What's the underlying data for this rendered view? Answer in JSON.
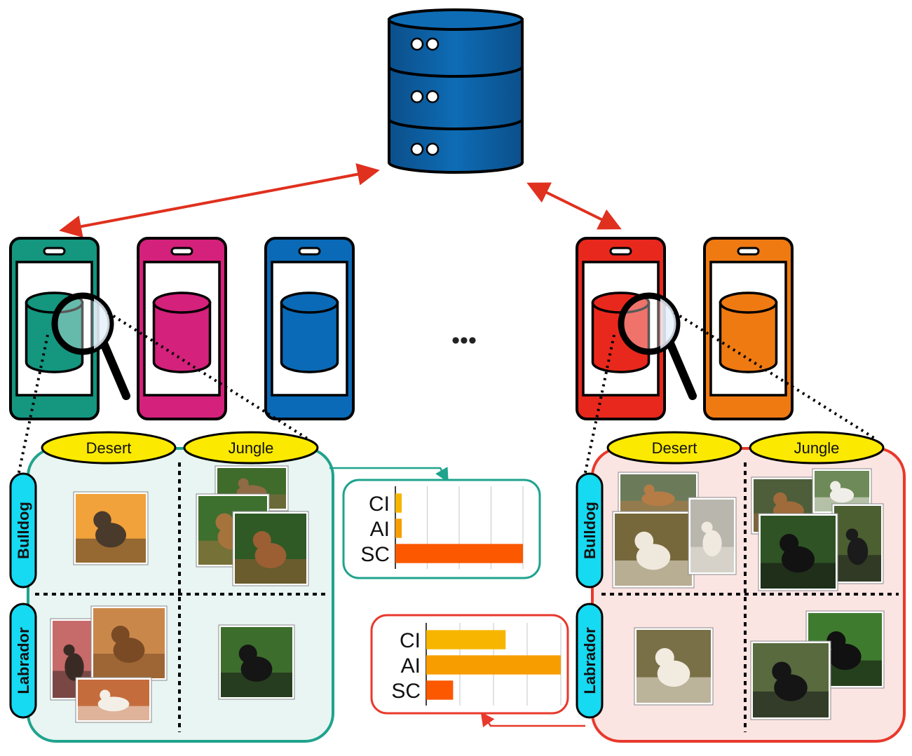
{
  "ellipsis": "•••",
  "colors": {
    "server": "#0a5fa3",
    "arrow": "#e0301e",
    "phone_1": "#14967f",
    "phone_2": "#d4217b",
    "phone_3": "#0a6ab7",
    "phone_4": "#e8281c",
    "phone_5": "#ef7a12",
    "left_panel_border": "#1fa38d",
    "left_panel_fill": "#e8f5f2",
    "right_panel_border": "#e8392c",
    "right_panel_fill": "#fbe5e3",
    "pill_yellow": "#fbe900",
    "pill_cyan": "#16d9f2"
  },
  "icons": [
    "database-server-icon",
    "smartphone-icon",
    "magnifier-icon",
    "dog-photo-icon"
  ],
  "left_panel": {
    "columns": [
      "Desert",
      "Jungle"
    ],
    "rows": [
      "Bulldog",
      "Labrador"
    ]
  },
  "right_panel": {
    "columns": [
      "Desert",
      "Jungle"
    ],
    "rows": [
      "Bulldog",
      "Labrador"
    ]
  },
  "chart_data": [
    {
      "type": "bar",
      "orientation": "horizontal",
      "categories": [
        "CI",
        "AI",
        "SC"
      ],
      "values": [
        0.05,
        0.05,
        1.0
      ],
      "colors": [
        "#f7b500",
        "#f89d00",
        "#fb5800"
      ],
      "xlim": [
        0,
        1.0
      ],
      "grid": true
    },
    {
      "type": "bar",
      "orientation": "horizontal",
      "categories": [
        "CI",
        "AI",
        "SC"
      ],
      "values": [
        0.59,
        1.0,
        0.2
      ],
      "colors": [
        "#f7b500",
        "#f89d00",
        "#fb5800"
      ],
      "xlim": [
        0,
        1.0
      ],
      "grid": true
    }
  ]
}
